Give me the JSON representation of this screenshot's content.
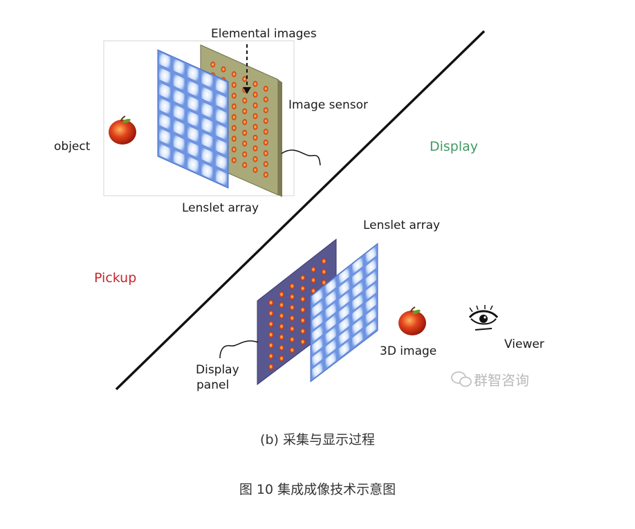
{
  "labels": {
    "elemental_images": "Elemental images",
    "image_sensor": "Image sensor",
    "object": "object",
    "lenslet_array_pickup": "Lenslet array",
    "display": "Display",
    "pickup": "Pickup",
    "lenslet_array_display": "Lenslet array",
    "display_panel_line1": "Display",
    "display_panel_line2": "panel",
    "image_3d": "3D image",
    "viewer": "Viewer"
  },
  "watermark": "群智咨询",
  "captions": {
    "sub": "(b) 采集与显示过程",
    "figure": "图 10 集成成像技术示意图"
  },
  "colors": {
    "display_green": "#3f9a62",
    "pickup_red": "#c4262e",
    "lens_blue": "#8fb3ee",
    "sensor_olive": "#a9a878",
    "panel_navy": "#57568f"
  },
  "icons": [
    "apple-icon",
    "eye-icon",
    "wechat-icon"
  ]
}
